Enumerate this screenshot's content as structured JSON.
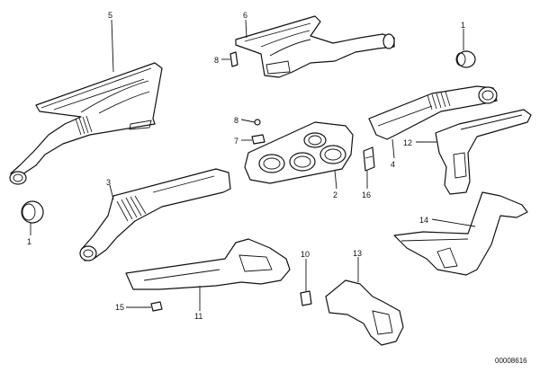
{
  "diagram": {
    "callouts": {
      "c1_top": "1",
      "c1_bottom": "1",
      "c2": "2",
      "c3": "3",
      "c4": "4",
      "c5": "5",
      "c6": "6",
      "c7": "7",
      "c8_top": "8",
      "c8_mid": "8",
      "c10": "10",
      "c11": "11",
      "c12": "12",
      "c13": "13",
      "c14": "14",
      "c15": "15",
      "c16": "16"
    },
    "document_number": "00008616"
  }
}
